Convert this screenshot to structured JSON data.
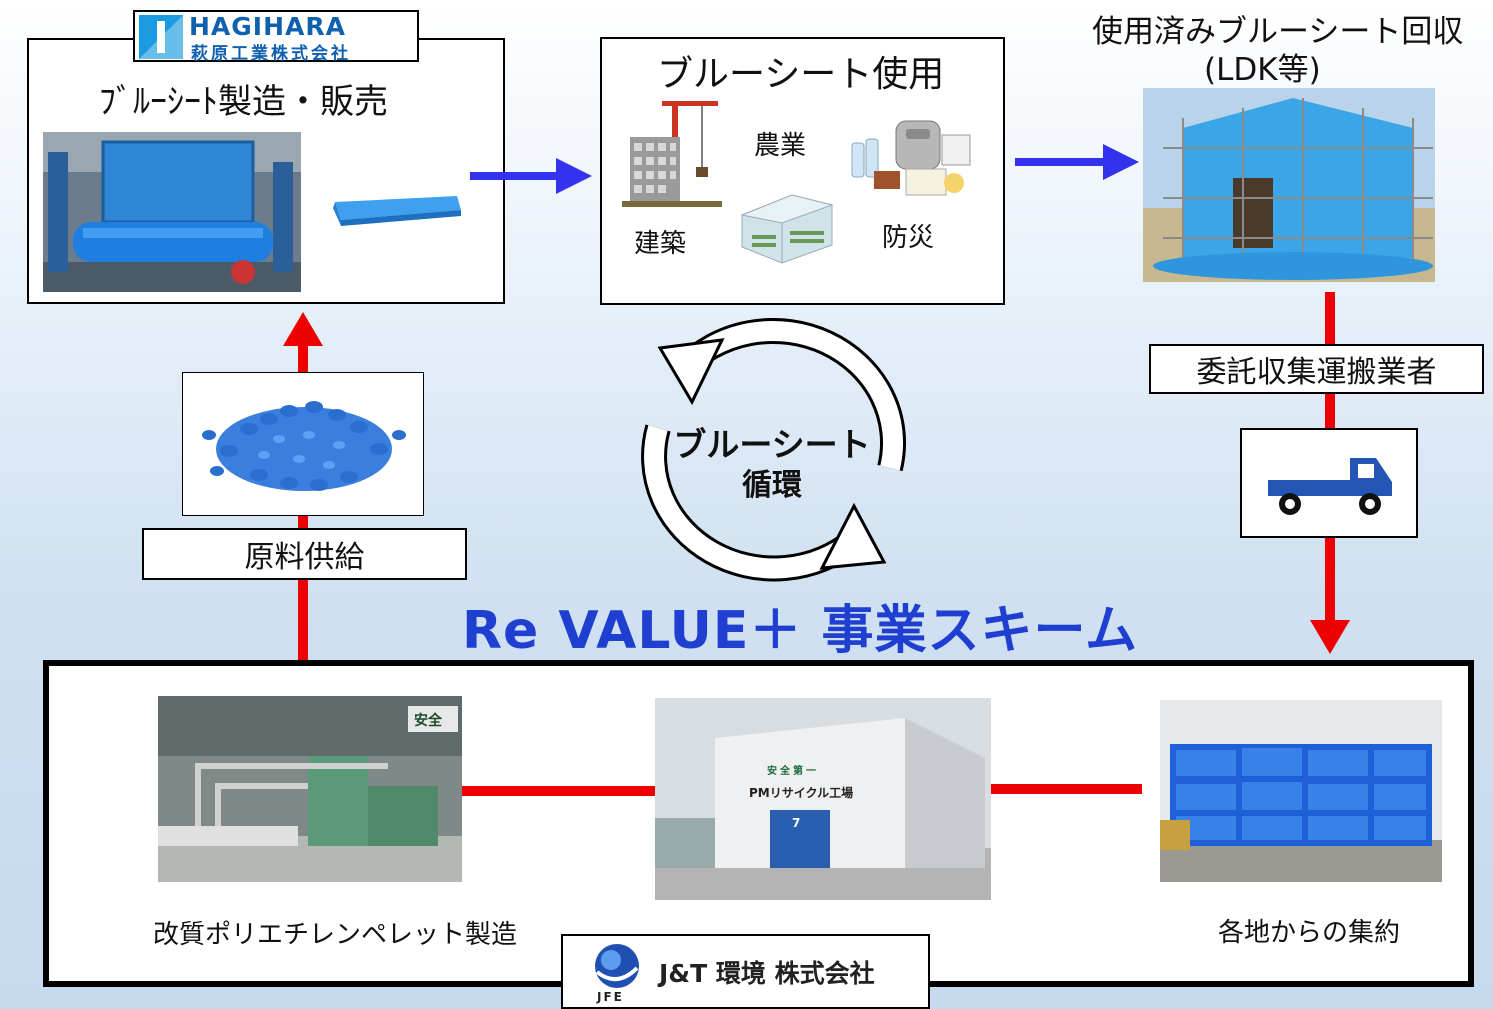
{
  "manufacturer": {
    "logo_en": "HAGIHARA",
    "logo_jp": "萩原工業株式会社",
    "title": "ﾌﾞﾙｰｼｰﾄ製造・販売"
  },
  "usage": {
    "title": "ブルーシート使用",
    "items": [
      "農業",
      "建築",
      "防災"
    ]
  },
  "collection": {
    "title_line1": "使用済みブルーシート回収",
    "title_line2": "(LDK等)"
  },
  "contractor": "委託収集運搬業者",
  "raw_supply": "原料供給",
  "cycle": {
    "line1": "ブルーシート",
    "line2": "循環"
  },
  "scheme_title": "Re VALUE＋ 事業スキーム",
  "recycler": {
    "pellet_caption": "改質ポリエチレンペレット製造",
    "factory_sign_top": "安全第一",
    "factory_sign": "PMリサイクル工場",
    "factory_door_number": "7",
    "aggregation_caption": "各地からの集約",
    "wall_sign": "安全",
    "company": "J&T 環境 株式会社",
    "company_logo_sub": "JFE"
  },
  "colors": {
    "flow_blue": "#3333ee",
    "flow_red": "#ee0000",
    "title_blue": "#1f3fd0",
    "sheet_blue": "#2f7fd8"
  }
}
